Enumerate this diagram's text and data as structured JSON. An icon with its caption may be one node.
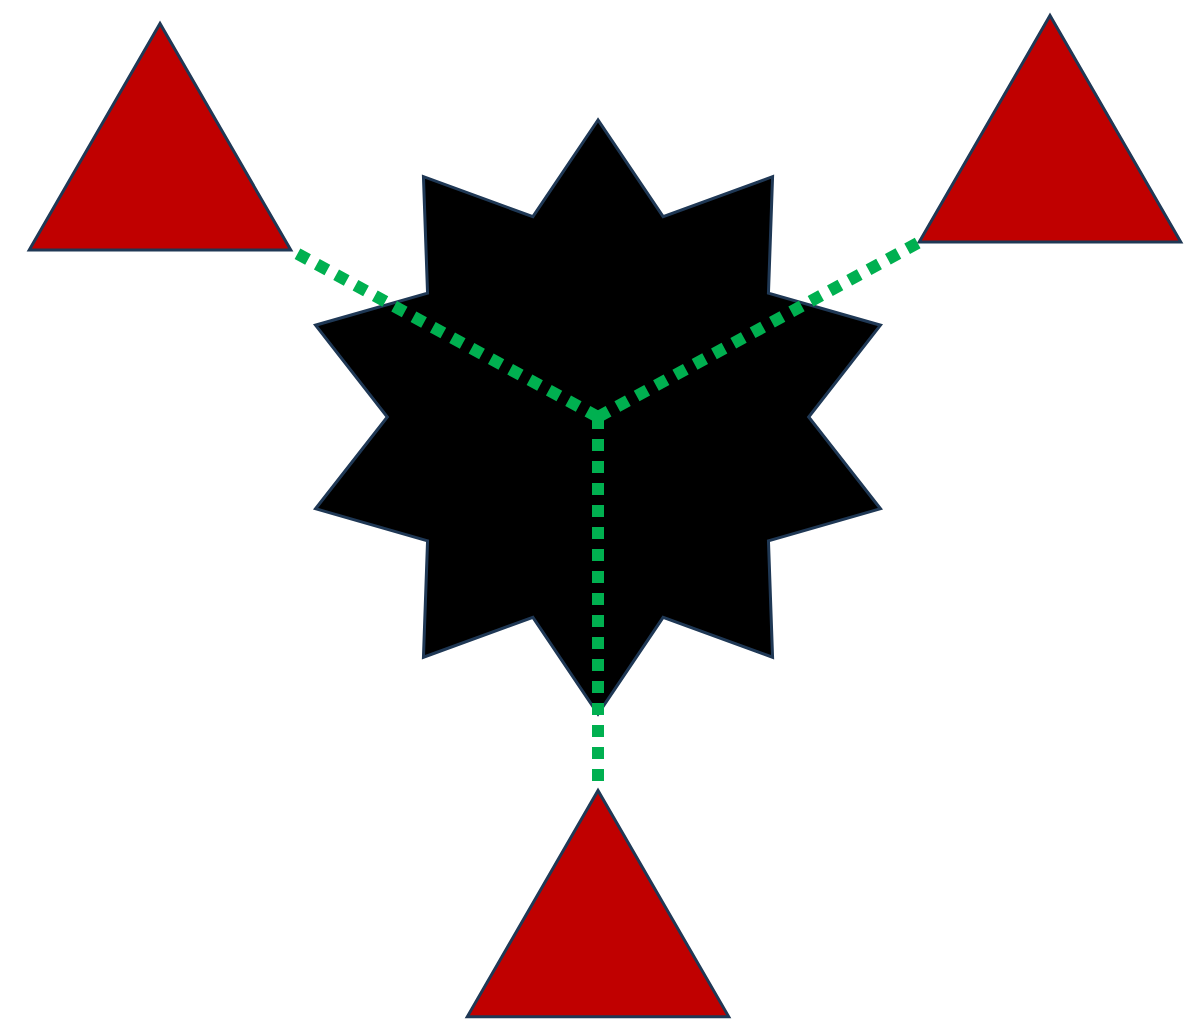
{
  "diagram": {
    "nodes": [
      {
        "text": [],
        "shape": "star"
      },
      {
        "text": [],
        "shape": "triangle"
      },
      {
        "text": [],
        "shape": "triangle"
      },
      {
        "text": [],
        "shape": "triangle"
      }
    ],
    "edges": [
      {
        "from": 0,
        "to": 1,
        "arrow": "none",
        "style": "dashed"
      },
      {
        "from": 0,
        "to": 2,
        "arrow": "none",
        "style": "dashed"
      },
      {
        "from": 0,
        "to": 3,
        "arrow": "none",
        "style": "dashed"
      }
    ]
  }
}
